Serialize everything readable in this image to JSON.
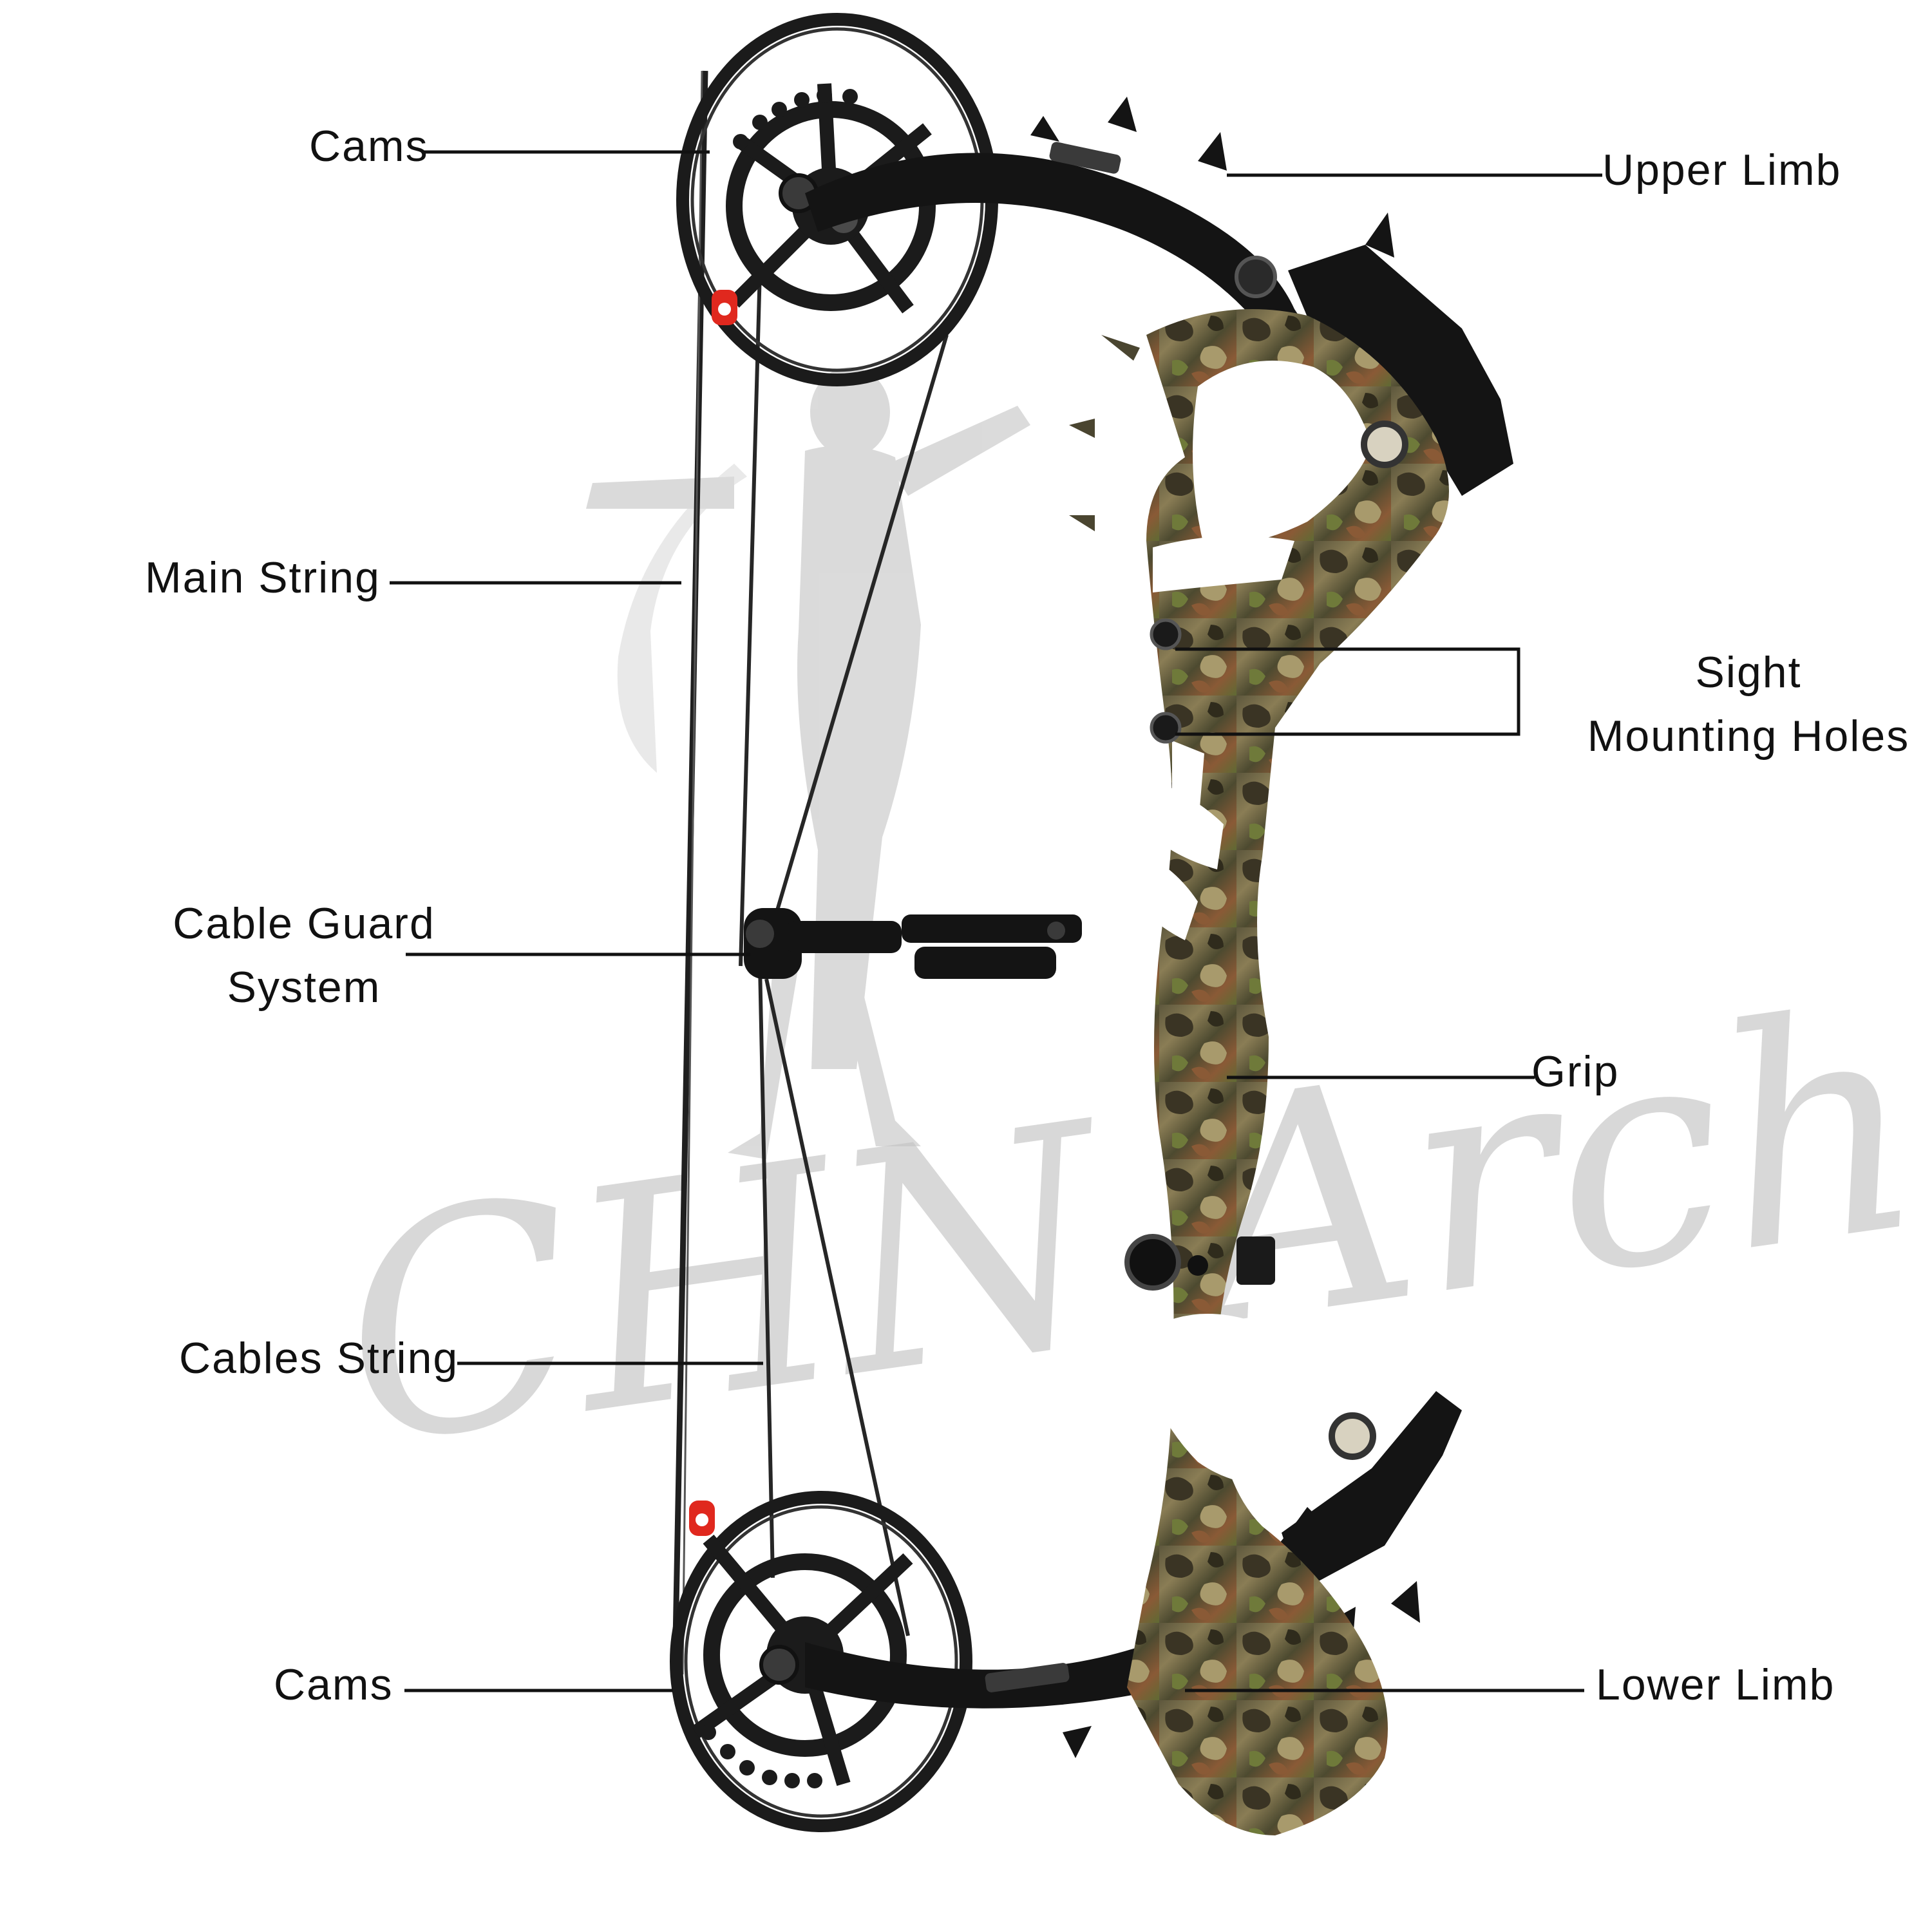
{
  "diagram": {
    "subject": "compound bow",
    "watermark": "CHN Archery",
    "colors": {
      "leader_line": "#111111",
      "riser_camo_base": "#6b6448",
      "riser_camo_dark": "#3a3424",
      "riser_camo_light": "#a89a6c",
      "riser_camo_green": "#6f7a3a",
      "riser_camo_brown": "#8a5a36",
      "limb_black": "#141414",
      "cam_black": "#1b1b1b",
      "string": "#1f1f1f",
      "accent_red": "#e0281e",
      "watermark_gray": "#c8c8c8"
    },
    "labels": {
      "cams_top": "Cams",
      "upper_limb": "Upper Limb",
      "main_string": "Main String",
      "sight_mounting_holes": [
        "Sight",
        "Mounting Holes"
      ],
      "cable_guard_system": [
        "Cable Guard",
        "System"
      ],
      "grip": "Grip",
      "cables_string": "Cables String",
      "cams_bottom": "Cams",
      "lower_limb": "Lower Limb"
    }
  }
}
